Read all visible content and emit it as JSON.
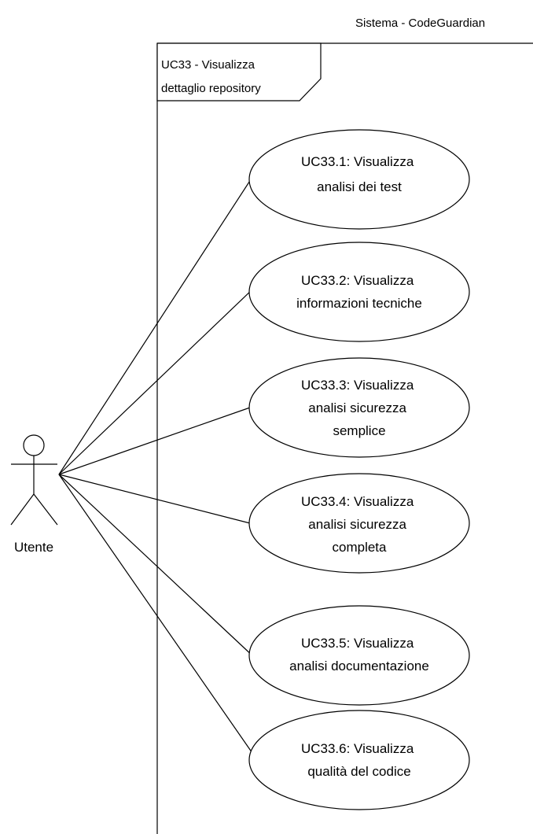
{
  "system": {
    "title": "Sistema - CodeGuardian"
  },
  "frame": {
    "label_lines": [
      "UC33 - Visualizza",
      "dettaglio repository"
    ]
  },
  "actor": {
    "name": "Utente"
  },
  "use_cases": [
    {
      "lines": [
        "UC33.1: Visualizza",
        "analisi dei test"
      ]
    },
    {
      "lines": [
        "UC33.2: Visualizza",
        "informazioni tecniche"
      ]
    },
    {
      "lines": [
        "UC33.3: Visualizza",
        "analisi sicurezza",
        "semplice"
      ]
    },
    {
      "lines": [
        "UC33.4: Visualizza",
        "analisi sicurezza",
        "completa"
      ]
    },
    {
      "lines": [
        "UC33.5: Visualizza",
        "analisi documentazione"
      ]
    },
    {
      "lines": [
        "UC33.6: Visualizza",
        "qualità del codice"
      ]
    }
  ],
  "colors": {
    "stroke": "#000000",
    "fill": "#ffffff",
    "text": "#000000"
  }
}
